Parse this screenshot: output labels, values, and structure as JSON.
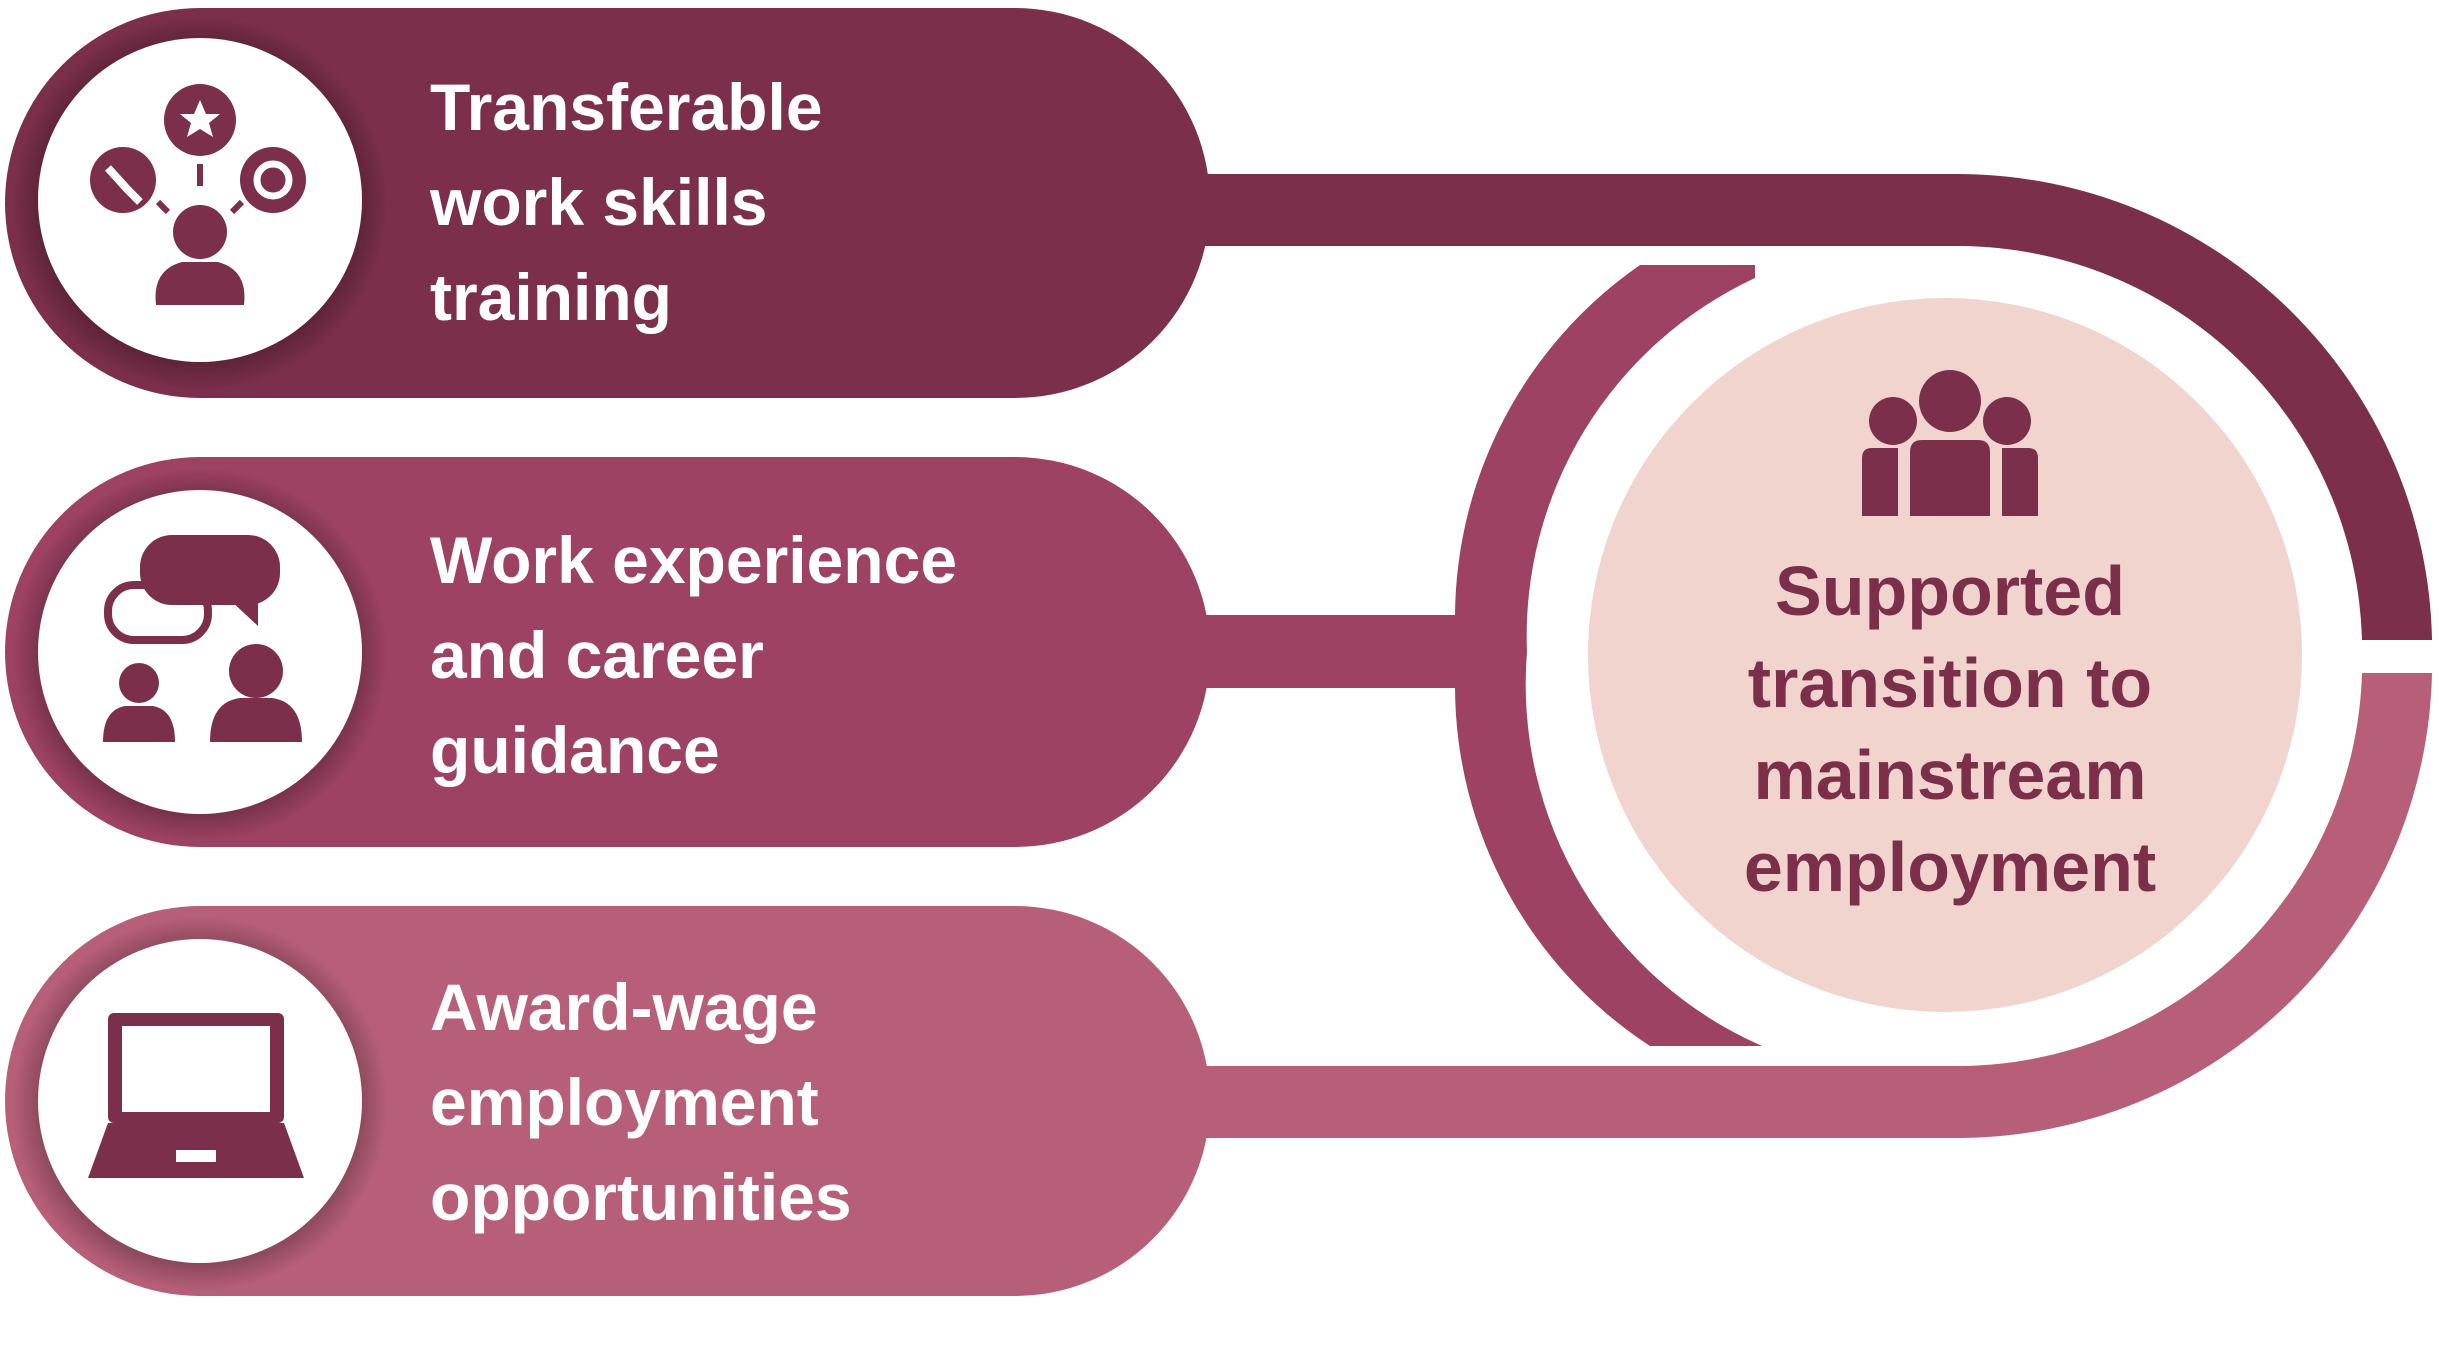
{
  "colors": {
    "dark": "#7b2f4b",
    "mid": "#9e4263",
    "light": "#b75f79",
    "pink_circle": "#f2d4cf",
    "white": "#ffffff"
  },
  "steps": [
    {
      "lines": [
        "Transferable",
        "work skills",
        "training"
      ],
      "icon": "skills-person-icon",
      "color": "#7b2f4b"
    },
    {
      "lines": [
        "Work experience",
        "and career",
        "guidance"
      ],
      "icon": "conversation-people-icon",
      "color": "#9e4263"
    },
    {
      "lines": [
        "Award-wage",
        "employment",
        "opportunities"
      ],
      "icon": "laptop-icon",
      "color": "#b75f79"
    }
  ],
  "outcome": {
    "lines": [
      "Supported",
      "transition to",
      "mainstream",
      "employment"
    ],
    "icon": "group-people-icon"
  }
}
